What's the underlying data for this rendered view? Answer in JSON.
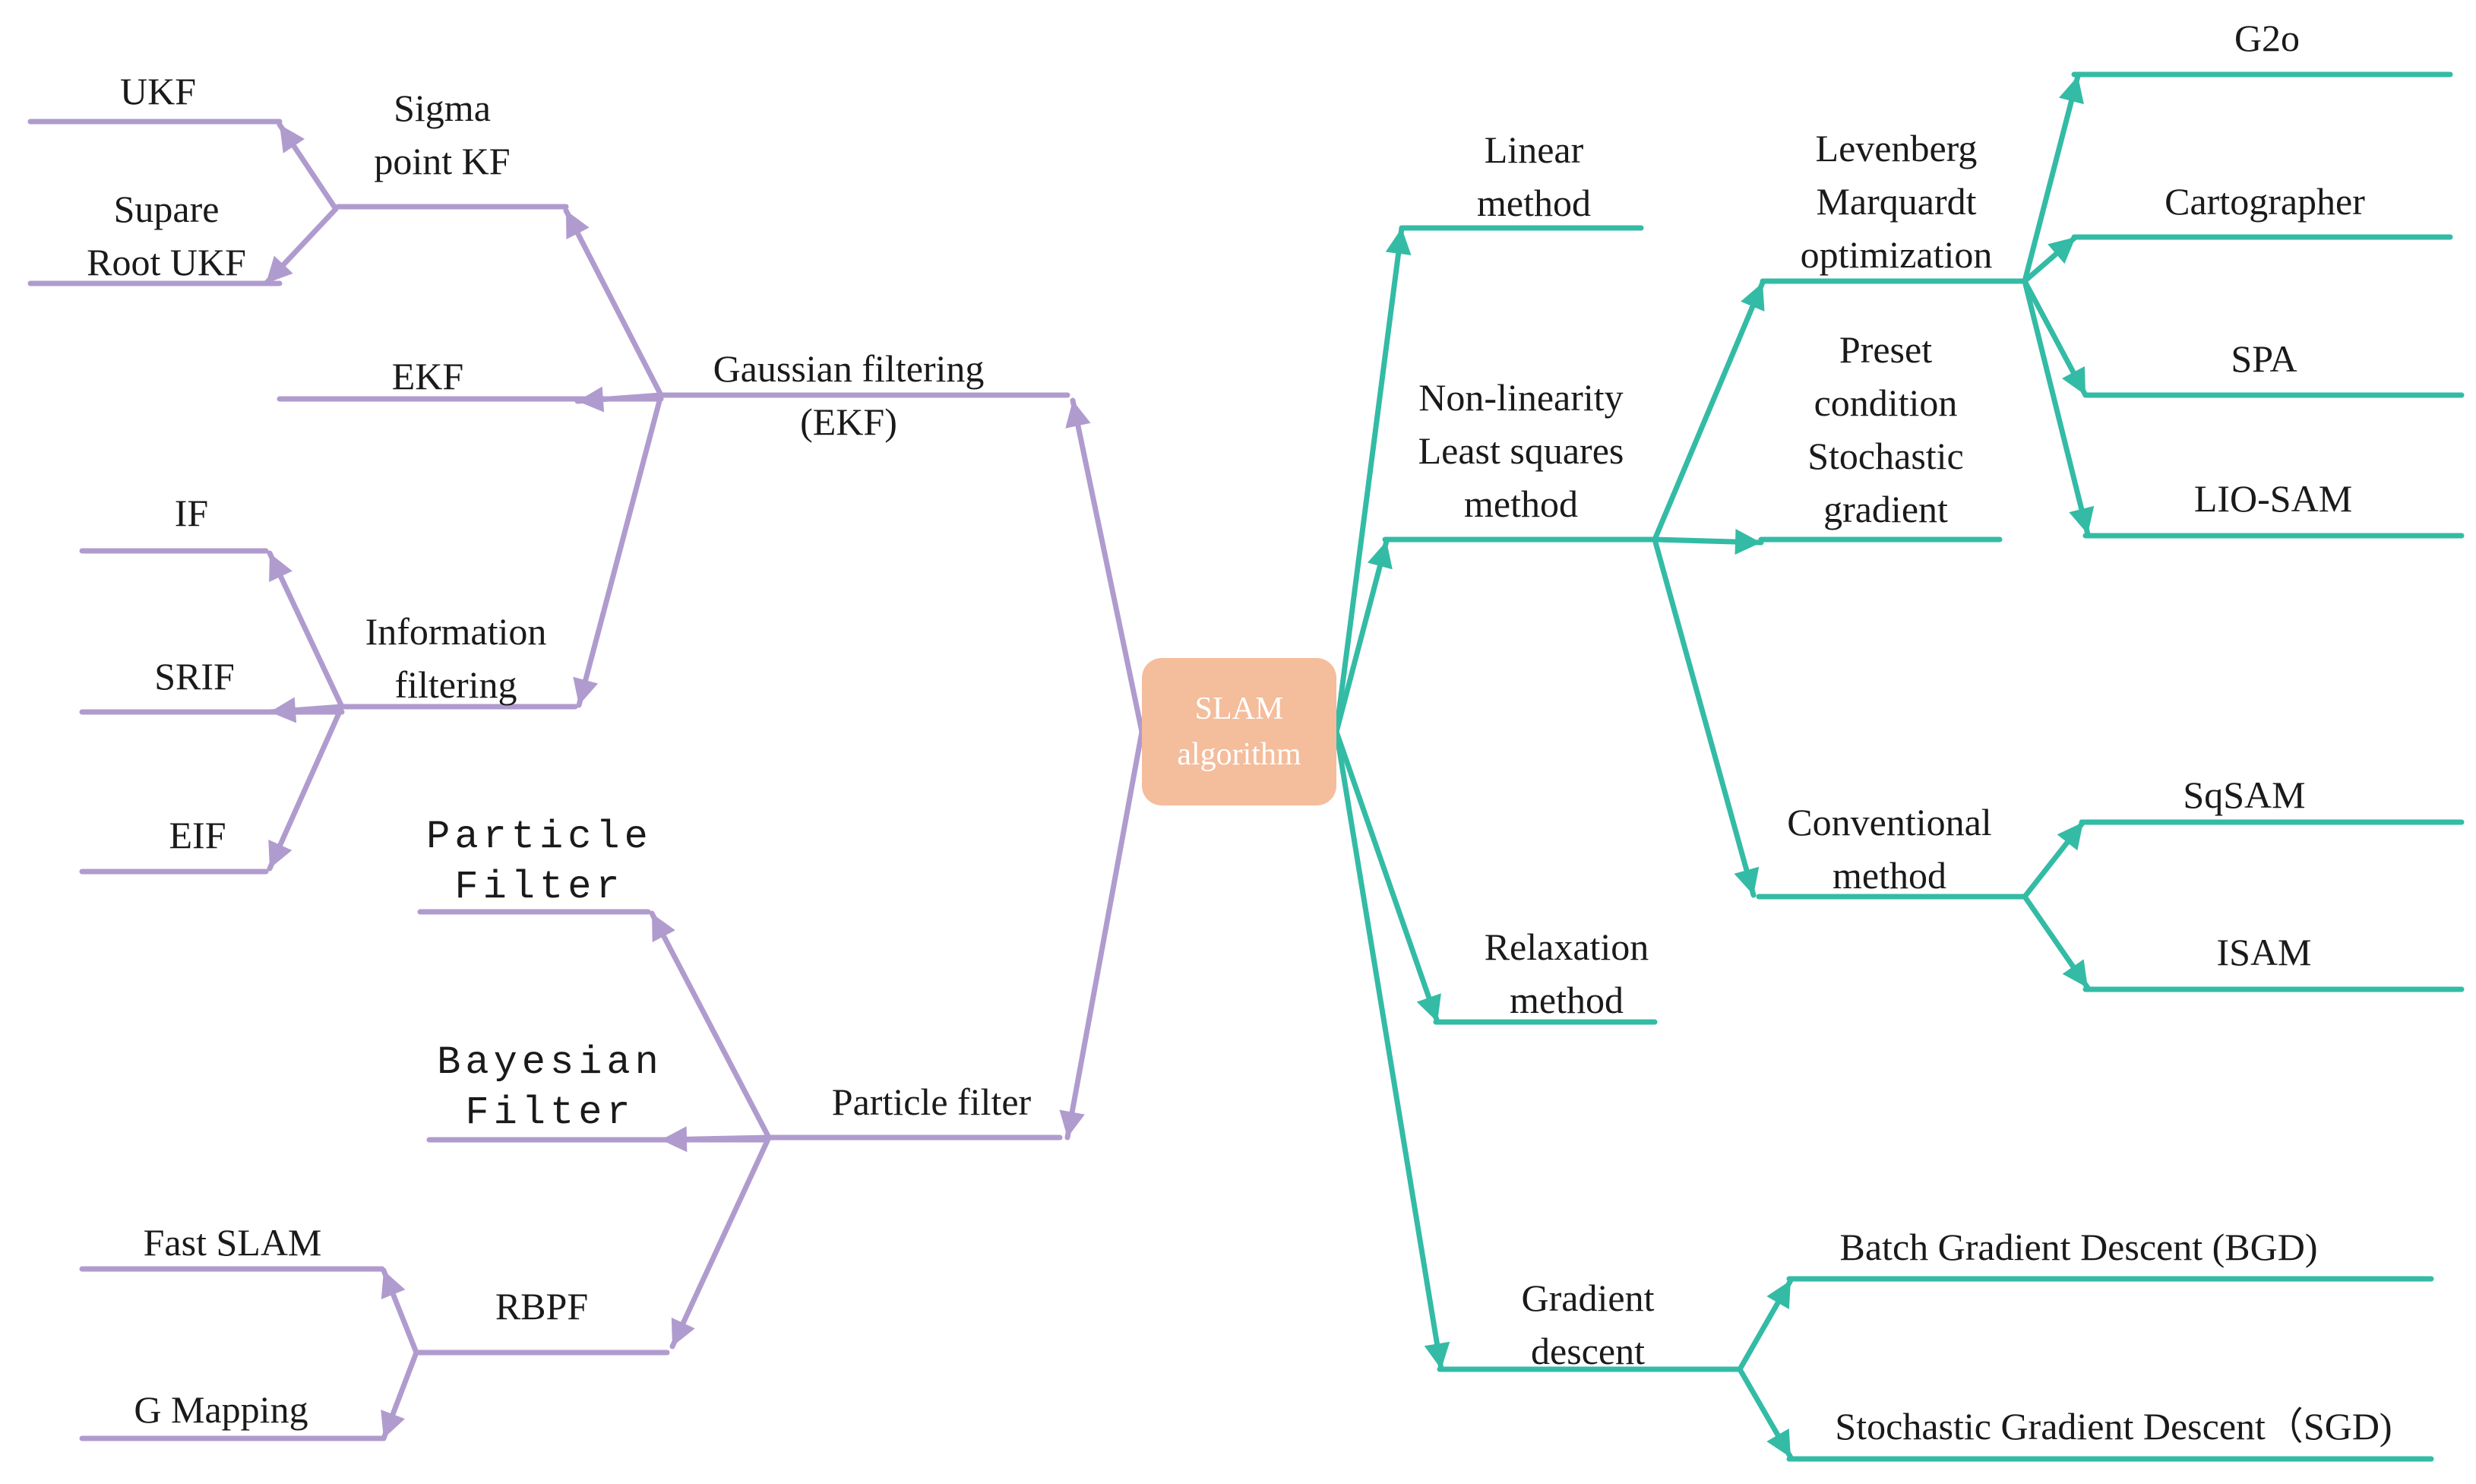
{
  "colors": {
    "left_branch": "#B09BCE",
    "right_branch": "#33BBA5",
    "center_fill": "#F4BD9C",
    "center_text": "#ffffff",
    "label_text": "#1a1a1a"
  },
  "center": {
    "label": "SLAM\nalgorithm"
  },
  "left": {
    "gaussian": "Gaussian filtering\n(EKF)",
    "sigma_point": "Sigma\npoint KF",
    "ukf": "UKF",
    "square_root_ukf": "Supare\nRoot UKF",
    "ekf": "EKF",
    "information_filtering": "Information\nfiltering",
    "if": "IF",
    "srif": "SRIF",
    "eif": "EIF",
    "particle_filter": "Particle filter",
    "particle_filter_leaf": "Particle\nFilter",
    "bayesian_filter": "Bayesian\nFilter",
    "rbpf": "RBPF",
    "fast_slam": "Fast SLAM",
    "g_mapping": "G Mapping"
  },
  "right": {
    "linear": "Linear\nmethod",
    "nonlinear_ls": "Non-linearity\nLeast squares\nmethod",
    "lm_optimization": "Levenberg\nMarquardt\noptimization",
    "g2o": "G2o",
    "cartographer": "Cartographer",
    "spa": "SPA",
    "lio_sam": "LIO-SAM",
    "preset_sgd": "Preset\ncondition\nStochastic\ngradient",
    "conventional": "Conventional\nmethod",
    "sqsam": "SqSAM",
    "isam": "ISAM",
    "relaxation": "Relaxation\nmethod",
    "gradient_descent": "Gradient\ndescent",
    "bgd": "Batch Gradient Descent (BGD)",
    "sgd": "Stochastic Gradient Descent（SGD)"
  }
}
